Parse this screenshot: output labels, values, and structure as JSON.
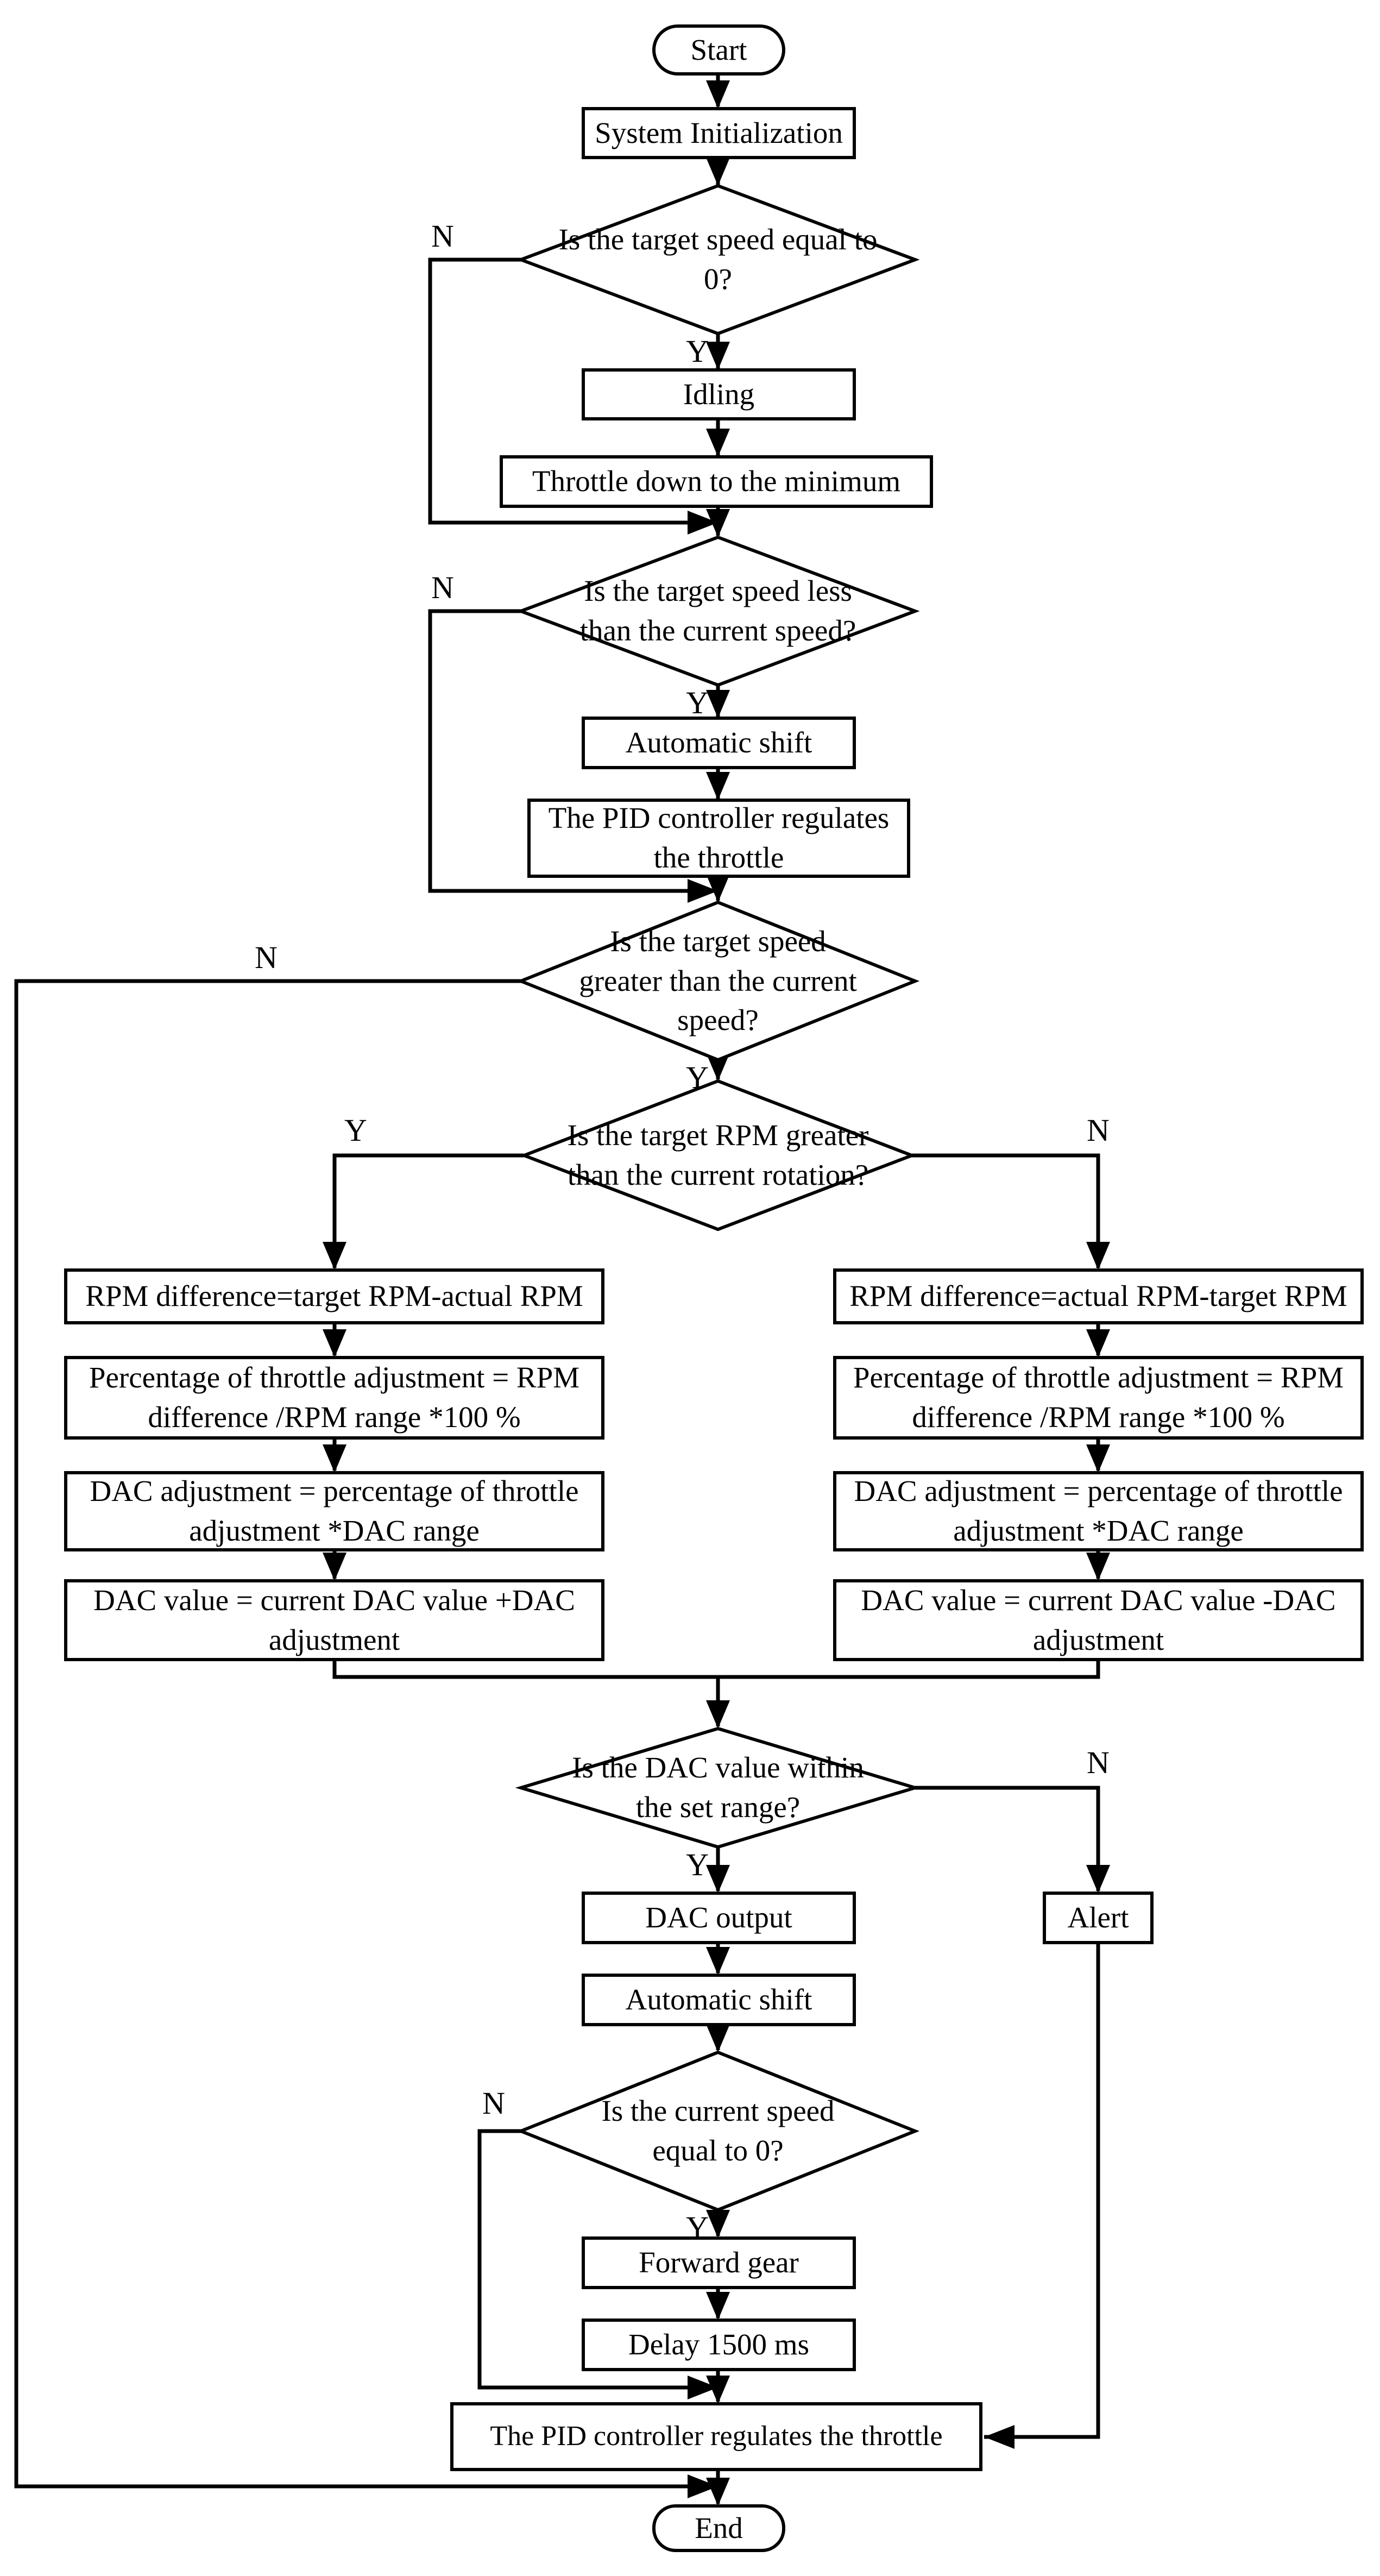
{
  "figure": {
    "type": "flowchart",
    "background_color": "#ffffff",
    "line_color": "#000000",
    "text_color": "#000000"
  },
  "nodes": {
    "start": {
      "type": "terminator",
      "label": "Start"
    },
    "system_init": {
      "type": "process",
      "label": "System Initialization"
    },
    "d_target_speed_zero": {
      "type": "decision",
      "label": "Is the target speed equal to 0?"
    },
    "idling": {
      "type": "process",
      "label": "Idling"
    },
    "throttle_min": {
      "type": "process",
      "label": "Throttle down to the minimum"
    },
    "d_target_less": {
      "type": "decision",
      "label": "Is the target speed less than the current speed?"
    },
    "auto_shift_1": {
      "type": "process",
      "label": "Automatic shift"
    },
    "pid_1": {
      "type": "process",
      "label": "The PID controller regulates the throttle"
    },
    "d_target_greater": {
      "type": "decision",
      "label": "Is the target speed greater than the current speed?"
    },
    "d_rpm_greater": {
      "type": "decision",
      "label": "Is the target RPM greater than the current rotation?"
    },
    "left_rpm_diff": {
      "type": "process",
      "label": "RPM difference=target RPM-actual RPM"
    },
    "left_pct": {
      "type": "process",
      "label": "Percentage of throttle adjustment = RPM difference /RPM range *100 %"
    },
    "left_dac_adj": {
      "type": "process",
      "label": "DAC adjustment = percentage of throttle adjustment *DAC range"
    },
    "left_dac_val": {
      "type": "process",
      "label": "DAC value = current DAC value +DAC adjustment"
    },
    "right_rpm_diff": {
      "type": "process",
      "label": "RPM difference=actual RPM-target RPM"
    },
    "right_pct": {
      "type": "process",
      "label": "Percentage of throttle adjustment = RPM difference /RPM range *100 %"
    },
    "right_dac_adj": {
      "type": "process",
      "label": "DAC adjustment = percentage of throttle adjustment *DAC range"
    },
    "right_dac_val": {
      "type": "process",
      "label": "DAC value = current DAC value -DAC adjustment"
    },
    "d_dac_in_range": {
      "type": "decision",
      "label": "Is the DAC value within the set range?"
    },
    "dac_output": {
      "type": "process",
      "label": "DAC output"
    },
    "alert": {
      "type": "process",
      "label": "Alert"
    },
    "auto_shift_2": {
      "type": "process",
      "label": "Automatic shift"
    },
    "d_current_speed_zero": {
      "type": "decision",
      "label": "Is the current speed equal to 0?"
    },
    "forward_gear": {
      "type": "process",
      "label": "Forward gear"
    },
    "delay_1500": {
      "type": "process",
      "label": "Delay 1500 ms"
    },
    "pid_2": {
      "type": "process",
      "label": "The PID controller regulates the throttle"
    },
    "end": {
      "type": "terminator",
      "label": "End"
    }
  },
  "branch_labels": {
    "d1_n": "N",
    "d1_y": "Y",
    "d2_n": "N",
    "d2_y": "Y",
    "d3_n": "N",
    "d3_y": "Y",
    "d4_y": "Y",
    "d4_n": "N",
    "d5_y": "Y",
    "d5_n": "N",
    "d6_n": "N",
    "d6_y": "Y"
  }
}
